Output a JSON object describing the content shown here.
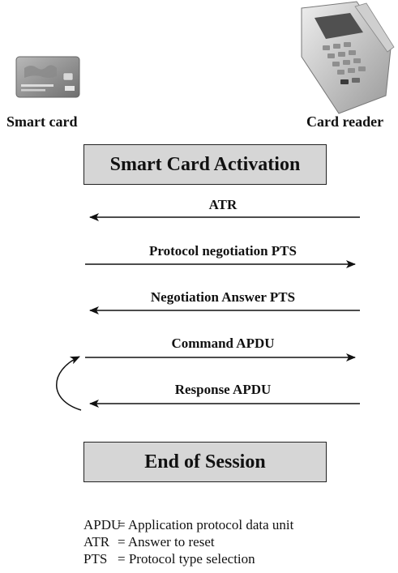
{
  "devices": {
    "card_label": "Smart card",
    "reader_label": "Card reader"
  },
  "boxes": {
    "activation": "Smart Card Activation",
    "end": "End of Session"
  },
  "messages": [
    {
      "label": "ATR",
      "direction": "reader-to-card"
    },
    {
      "label": "Protocol negotiation PTS",
      "direction": "card-to-reader"
    },
    {
      "label": "Negotiation Answer PTS",
      "direction": "reader-to-card"
    },
    {
      "label": "Command APDU",
      "direction": "card-to-reader"
    },
    {
      "label": "Response APDU",
      "direction": "reader-to-card"
    }
  ],
  "legend": [
    {
      "abbr": "APDU",
      "definition": "= Application protocol data unit"
    },
    {
      "abbr": "ATR",
      "definition": "= Answer to reset"
    },
    {
      "abbr": "PTS",
      "definition": "= Protocol type selection"
    }
  ]
}
